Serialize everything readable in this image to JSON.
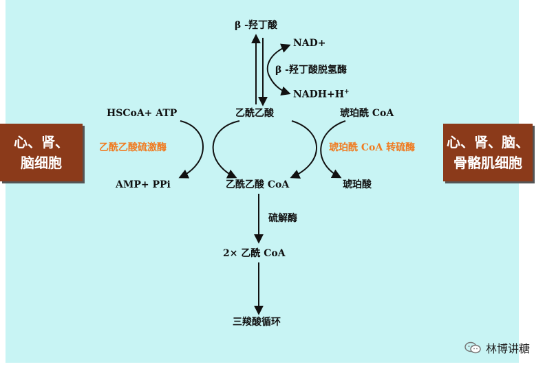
{
  "compounds": {
    "beta_hydroxybutyrate": "β -羟丁酸",
    "nad_plus": "NAD+",
    "nadh_h": "NADH+H",
    "nadh_sup": "+",
    "acetoacetate": "乙酰乙酸",
    "hscoa_atp": "HSCoA+ ATP",
    "amp_ppi": "AMP+ PPi",
    "succinyl_coa": "琥珀酰 CoA",
    "succinate": "琥珀酸",
    "acetoacetyl_coa": "乙酰乙酸 CoA",
    "two_acetyl_coa": "2× 乙酰 CoA",
    "tca_cycle": "三羧酸循环"
  },
  "enzymes": {
    "bhb_dehydrogenase": "β -羟丁酸脱氢酶",
    "acetoacetate_thiokinase": "乙酰乙酸硫激酶",
    "succinyl_coa_transferase": "琥珀酰 CoA 转硫酶",
    "thiolase": "硫解酶"
  },
  "tissues": {
    "left_line1": "心、肾、",
    "left_line2": "脑细胞",
    "right_line1": "心、肾、脑、",
    "right_line2": "骨骼肌细胞"
  },
  "watermark": {
    "text": "林博讲糖",
    "icon": "wechat-icon"
  },
  "colors": {
    "background": "#c8f4f4",
    "tissue_box": "#8b3a1a",
    "enzyme_text": "#f07b21",
    "text": "#111111"
  }
}
